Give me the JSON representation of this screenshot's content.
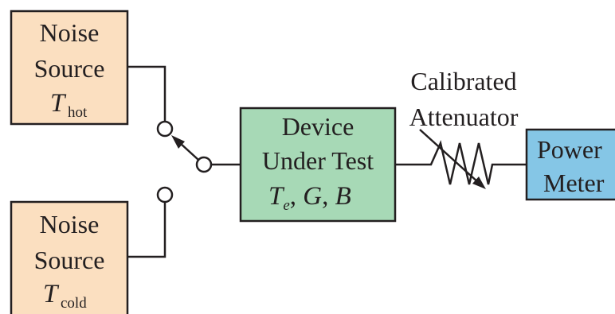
{
  "noise_source_hot": {
    "line1": "Noise",
    "line2": "Source",
    "symbol": "T",
    "subscript": "hot"
  },
  "noise_source_cold": {
    "line1": "Noise",
    "line2": "Source",
    "symbol": "T",
    "subscript": "cold"
  },
  "dut": {
    "line1": "Device",
    "line2": "Under Test",
    "te_symbol": "T",
    "te_subscript": "e",
    "sep1": ", ",
    "g_symbol": "G",
    "sep2": ", ",
    "b_symbol": "B"
  },
  "attenuator": {
    "line1": "Calibrated",
    "line2": "Attenuator"
  },
  "power_meter": {
    "line1": "Power",
    "line2": "Meter"
  },
  "colors": {
    "noise_source_fill": "#fbdfc0",
    "dut_fill": "#a7d9b6",
    "power_meter_fill": "#85c6e6",
    "stroke": "#231f20"
  }
}
